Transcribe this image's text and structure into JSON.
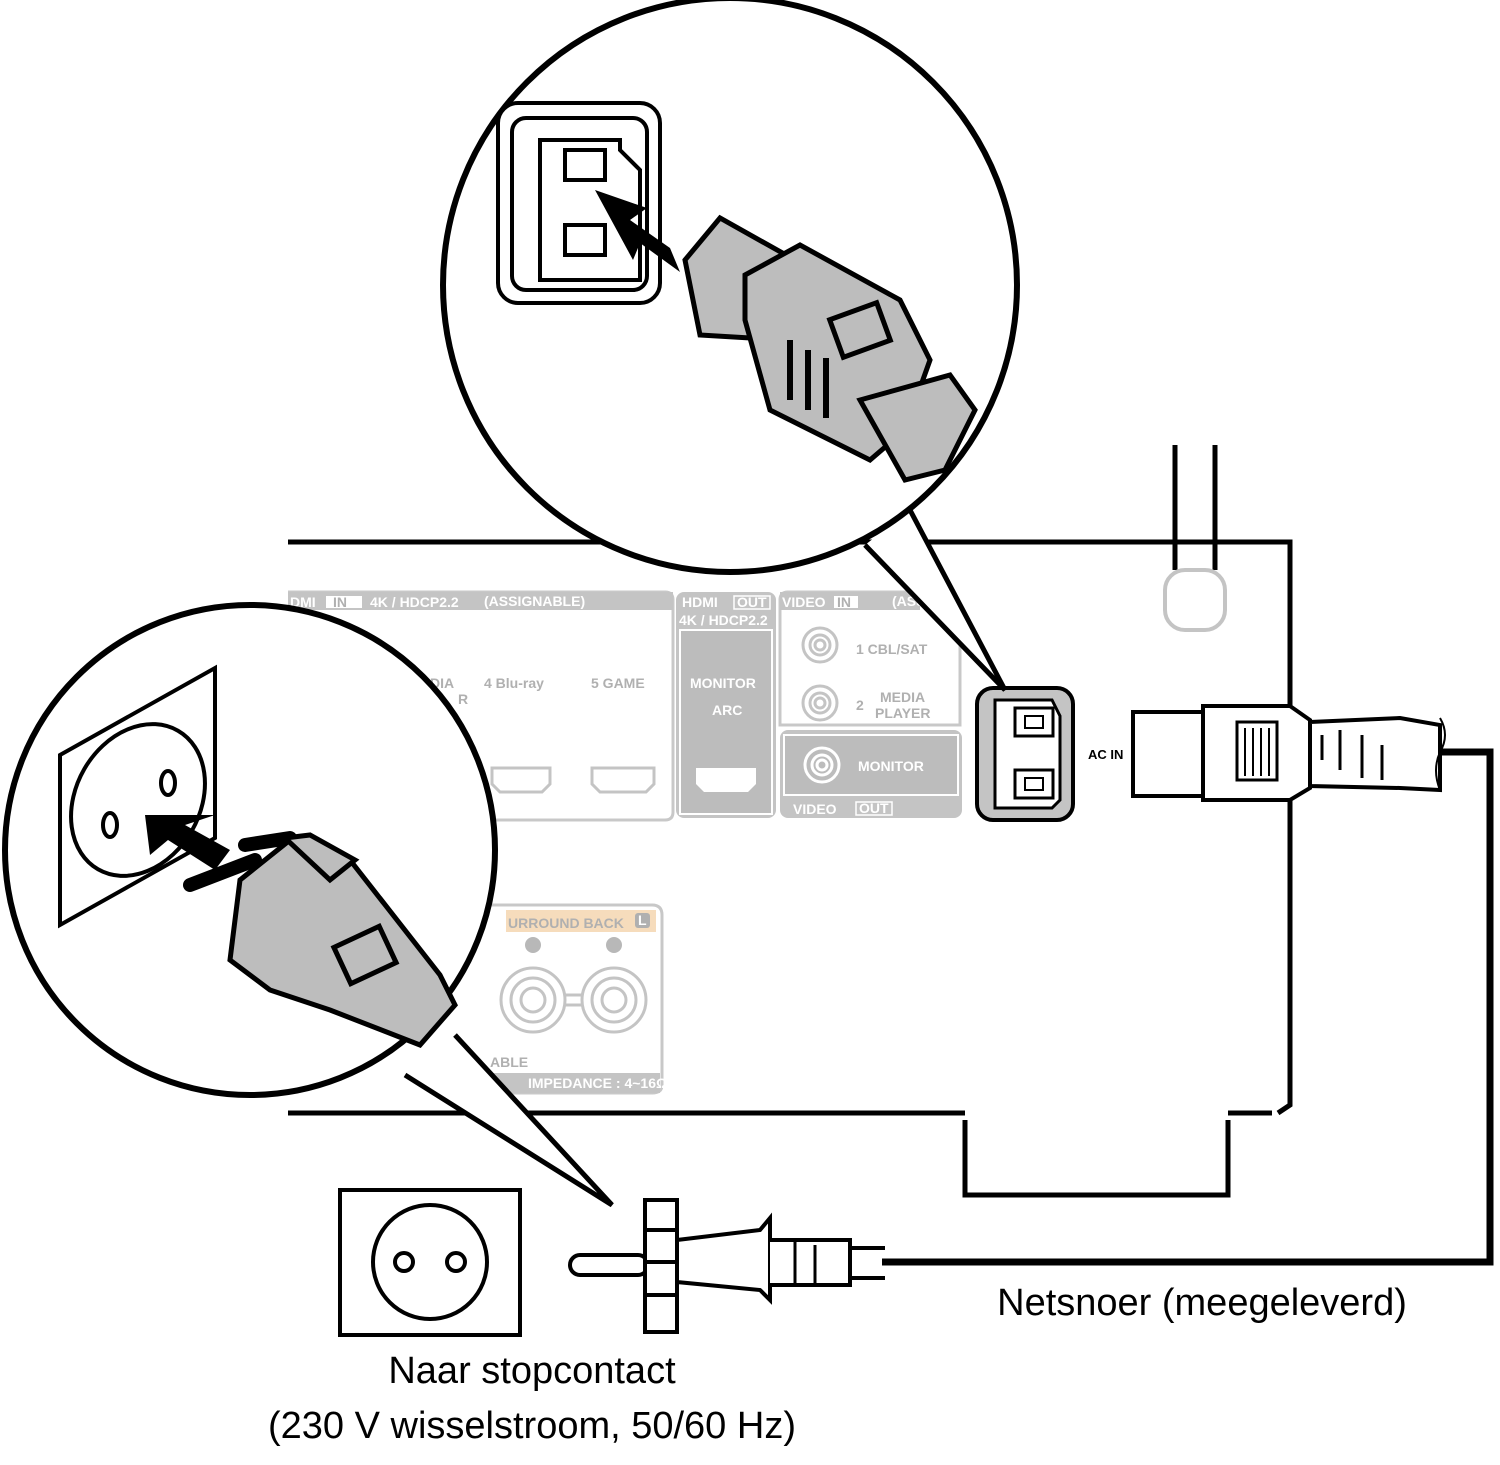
{
  "labels": {
    "outlet": "Naar stopcontact",
    "outlet_spec": "(230 V wisselstroom, 50/60 Hz)",
    "cord": "Netsnoer (meegeleverd)",
    "ac_in": "AC IN"
  },
  "panel": {
    "hdmi_in": "DMI",
    "in_badge": "IN",
    "hdmi_in_spec": "4K / HDCP2.2",
    "assignable": "(ASSIGNABLE)",
    "input_3_partial_1": "DIA",
    "input_3_partial_2": "R",
    "input_4": "4  Blu-ray",
    "input_5": "5  GAME",
    "hdmi_out": "HDMI",
    "out_badge": "OUT",
    "hdmi_out_spec": "4K / HDCP2.2",
    "monitor": "MONITOR",
    "arc": "ARC",
    "video_in": "VIDEO",
    "video_in_badge": "IN",
    "video_assignable_partial": "(ASS",
    "video_1": "1  CBL/SAT",
    "video_2_num": "2",
    "video_2_a": "MEDIA",
    "video_2_b": "PLAYER",
    "video_monitor": "MONITOR",
    "video_out": "VIDEO",
    "video_out_badge": "OUT",
    "surround_back": "URROUND BACK",
    "surround_l": "L",
    "assignable_partial": "ABLE",
    "impedance": "IMPEDANCE : 4~16Ω"
  },
  "colors": {
    "panel_gray": "#c4c4c4",
    "surround_label_bg": "#f6dcbc",
    "plug_gray": "#bdbdbd"
  }
}
